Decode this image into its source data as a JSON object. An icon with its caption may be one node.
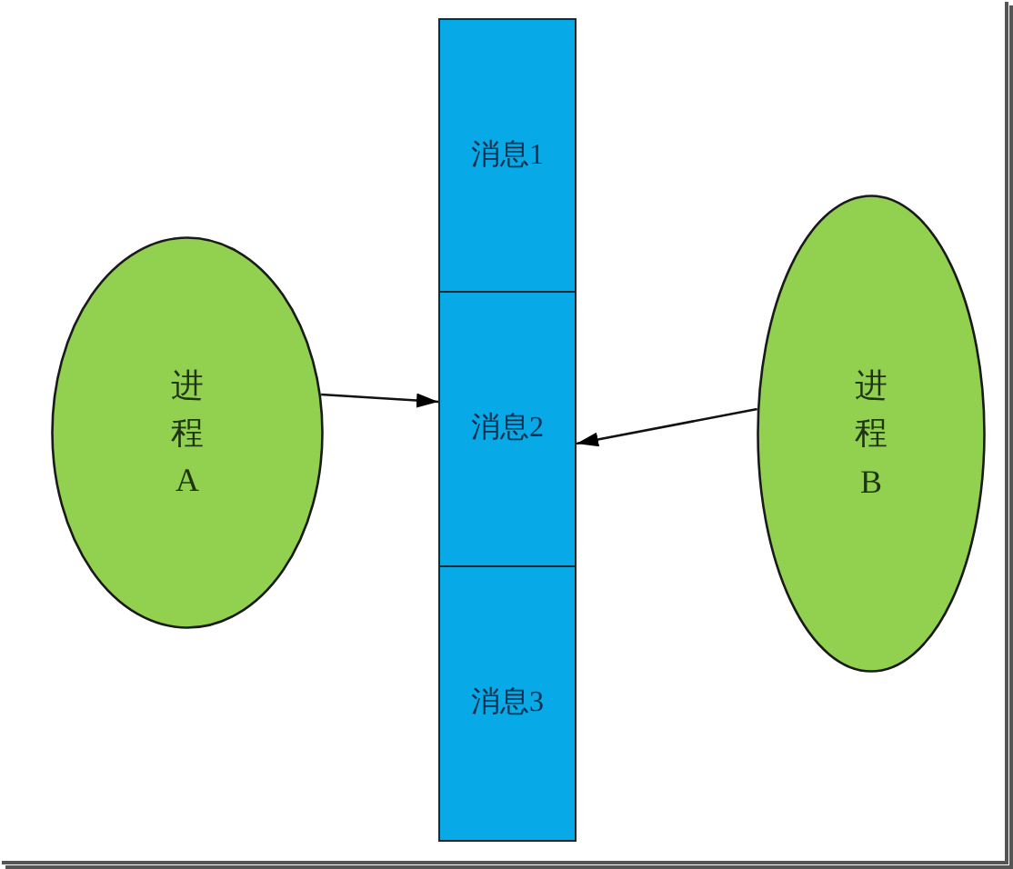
{
  "diagram": {
    "nodes": [
      {
        "text": [
          "消息1"
        ]
      },
      {
        "text": [
          "消息2"
        ]
      },
      {
        "text": [
          "消息3"
        ]
      },
      {
        "text": [
          "进程A"
        ]
      },
      {
        "text": [
          "进程B"
        ]
      }
    ],
    "edges": [
      {
        "from": 3,
        "to": 1,
        "arrow": "to"
      },
      {
        "from": 4,
        "to": 1,
        "arrow": "to"
      }
    ]
  }
}
